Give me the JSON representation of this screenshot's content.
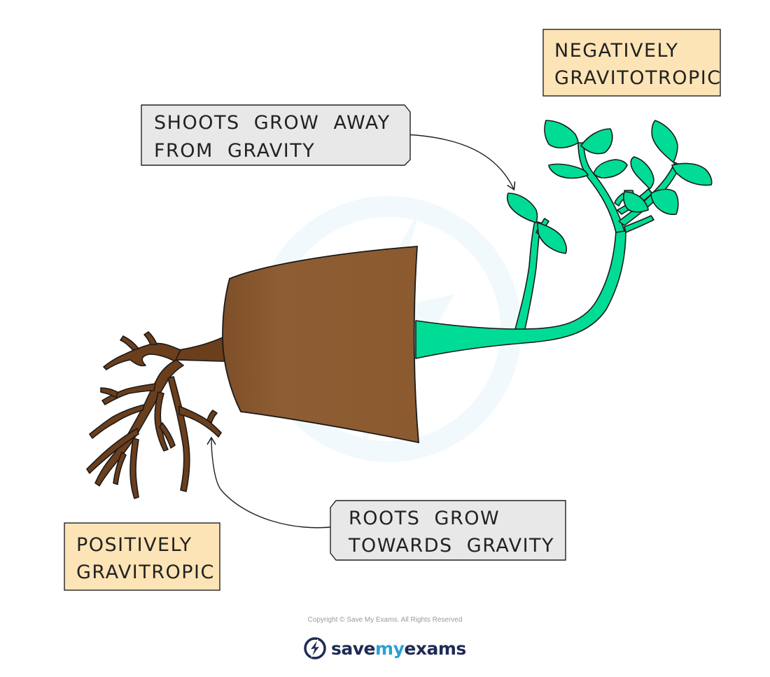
{
  "labels": {
    "negatively_line1": "NEGATIVELY",
    "negatively_line2": "GRAVITOTROPIC",
    "shoots_line1": "SHOOTS  GROW  AWAY",
    "shoots_line2": "FROM  GRAVITY",
    "roots_line1": "ROOTS  GROW",
    "roots_line2": "TOWARDS  GRAVITY",
    "positively_line1": "POSITIVELY",
    "positively_line2": "GRAVITROPIC"
  },
  "footer": {
    "copyright": "Copyright © Save My Exams. All Rights Reserved",
    "logo_save": "save",
    "logo_my": "my",
    "logo_exams": "exams"
  },
  "colors": {
    "pot": "#8c5a2f",
    "roots": "#6b3e1c",
    "shoot": "#00dc96",
    "label_orange": "#fde4b6",
    "label_grey": "#e8e8e8"
  }
}
